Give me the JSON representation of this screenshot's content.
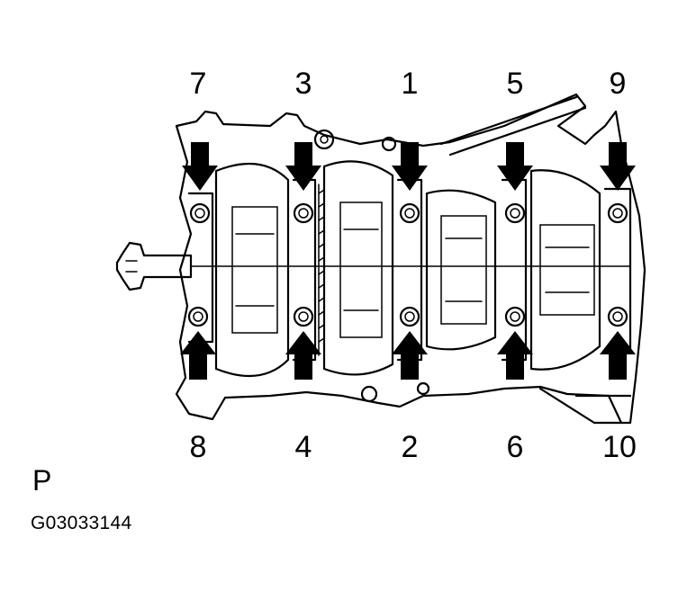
{
  "sequence": {
    "top": [
      "7",
      "3",
      "1",
      "5",
      "9"
    ],
    "bottom": [
      "8",
      "4",
      "2",
      "6",
      "10"
    ]
  },
  "view_letter": "P",
  "figure_code": "G03033144",
  "icons": {
    "arrow_down": "arrow-down-icon",
    "arrow_up": "arrow-up-icon",
    "bolt": "bolt-icon"
  }
}
